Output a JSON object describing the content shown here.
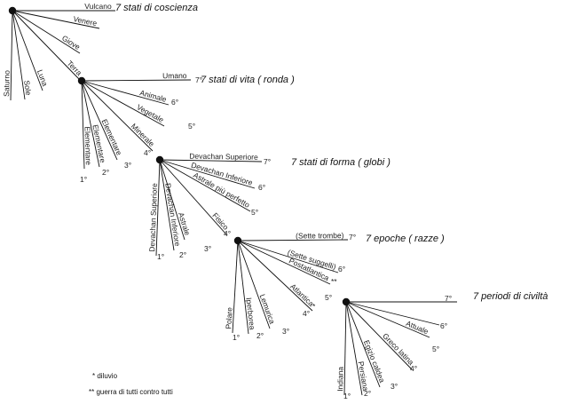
{
  "stages": [
    {
      "title": "7 stati di coscienza",
      "labels": [
        "Saturno",
        "Sole",
        "Luna",
        "Terra",
        "Giove",
        "Venere",
        "Vulcano"
      ],
      "numbers": []
    },
    {
      "title": "7 stati di vita ( ronda )",
      "labels": [
        "Elementare",
        "Elementare",
        "Elementare",
        "Minerale",
        "Vegetale",
        "Animale",
        "Umano"
      ],
      "numbers": [
        "1°",
        "2°",
        "3°",
        "4°",
        "5°",
        "6°",
        "7°"
      ]
    },
    {
      "title": "7 stati di forma ( globi )",
      "labels": [
        "Devachan Superiore",
        "Devachan Inferiore",
        "Astrale",
        "Fisico",
        "Astrale più perfetto",
        "Devachan Inferiore",
        "Devachan Superiore"
      ],
      "numbers": [
        "1°",
        "2°",
        "3°",
        "4°",
        "5°",
        "6°",
        "7°"
      ]
    },
    {
      "title": "7 epoche ( razze )",
      "labels": [
        "Polare",
        "Iperborea",
        "Lemurica",
        "Atlantica",
        "Postatlantica",
        "(Sette suggelli)",
        "(Sette trombe)"
      ],
      "numbers": [
        "1°",
        "2°",
        "3°",
        "4°",
        "5°",
        "6°",
        "7°"
      ],
      "marks": [
        "*",
        "**"
      ]
    },
    {
      "title": "7 periodi di civiltà",
      "labels": [
        "Indiana",
        "Persiana",
        "Egizio caldea",
        "Greco latina",
        "Attuale",
        "",
        ""
      ],
      "numbers": [
        "1°",
        "2°",
        "3°",
        "4°",
        "5°",
        "6°",
        "7°"
      ]
    }
  ],
  "notes": [
    "* diluvio",
    "** guerra di tutti contro tutti"
  ]
}
